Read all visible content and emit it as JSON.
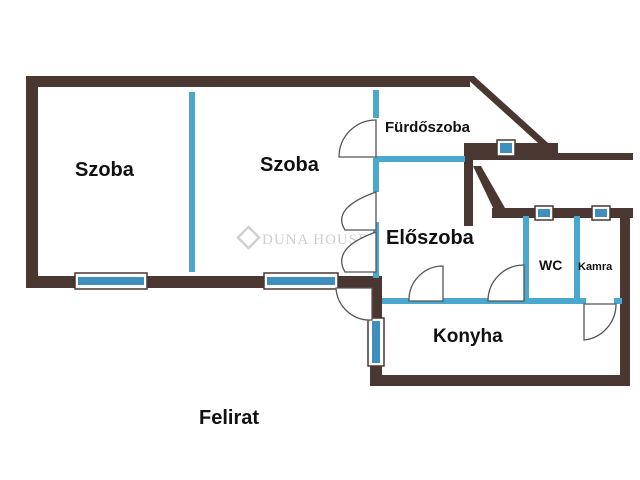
{
  "rooms": {
    "szoba1": "Szoba",
    "szoba2": "Szoba",
    "furdoszoba": "Fürdőszoba",
    "eloszoba": "Előszoba",
    "wc": "WC",
    "kamra": "Kamra",
    "konyha": "Konyha"
  },
  "caption": "Felirat",
  "watermark": "DUNA HOUSE",
  "colors": {
    "wall": "#4a3731",
    "partition": "#4aa8cf",
    "window": "#3f8fbe",
    "door_stroke": "#555555"
  },
  "icons": {
    "watermark_logo": "diamond-logo-icon"
  }
}
